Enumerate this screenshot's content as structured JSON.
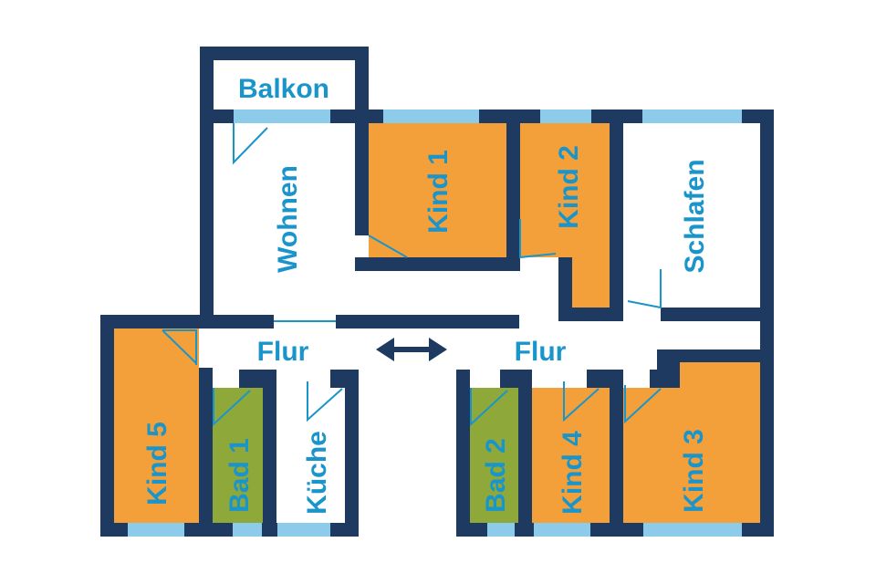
{
  "colors": {
    "wall": "#1f3a60",
    "orange_room": "#f3a03a",
    "green_room": "#8ea83a",
    "window": "#8ccbea",
    "label": "#1a95cc",
    "door": "#1a95cc"
  },
  "rooms": {
    "balkon": "Balkon",
    "wohnen": "Wohnen",
    "kind1": "Kind 1",
    "kind2": "Kind 2",
    "schlafen": "Schlafen",
    "flur_left": "Flur",
    "flur_right": "Flur",
    "kind5": "Kind 5",
    "bad1": "Bad 1",
    "kueche": "Küche",
    "bad2": "Bad 2",
    "kind4": "Kind 4",
    "kind3": "Kind 3"
  },
  "icons": {
    "connector": "double-arrow-icon"
  }
}
